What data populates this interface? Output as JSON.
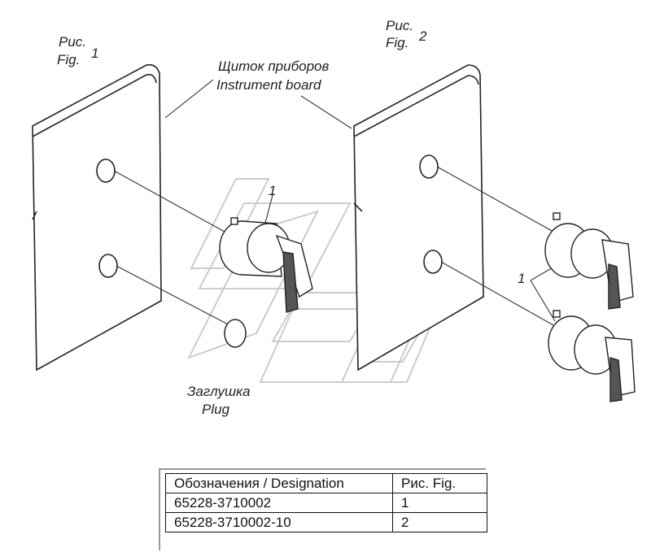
{
  "figure1": {
    "label_ru": "Рис.",
    "label_en": "Fig.",
    "number": "1"
  },
  "figure2": {
    "label_ru": "Рис.",
    "label_en": "Fig.",
    "number": "2"
  },
  "instrument_board": {
    "label_ru": "Щиток приборов",
    "label_en": "Instrument board"
  },
  "plug": {
    "label_ru": "Заглушка",
    "label_en": "Plug"
  },
  "callouts": {
    "switch_fig1": "1",
    "switch_fig2": "1"
  },
  "table": {
    "headers": [
      "Обозначения / Designation",
      "Рис. Fig."
    ],
    "rows": [
      {
        "designation": "65228-3710002",
        "fig": "1"
      },
      {
        "designation": "65228-3710002-10",
        "fig": "2"
      }
    ]
  }
}
